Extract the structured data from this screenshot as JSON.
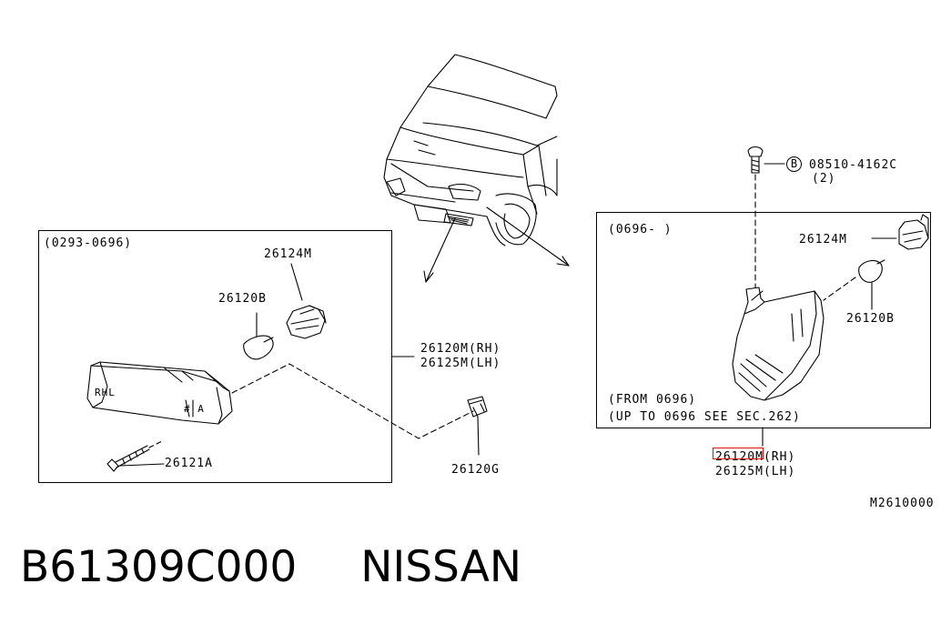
{
  "left_box": {
    "range": "(0293-0696)",
    "parts": {
      "socket": "26124M",
      "bulb": "26120B",
      "screw": "26121A"
    },
    "lamp_marks": {
      "side": "RHL",
      "number": "# A"
    }
  },
  "assembly_left": {
    "rh": "26120M(RH)",
    "lh": "26125M(LH)"
  },
  "clip": "26120G",
  "right_box": {
    "range": "(0696-      )",
    "parts": {
      "socket": "26124M",
      "bulb": "26120B"
    },
    "notes": [
      "(FROM 0696)",
      "(UP TO 0696 SEE SEC.262)"
    ]
  },
  "bolt": {
    "circle_letter": "B",
    "part": "08510-4162C",
    "qty": "(2)"
  },
  "assembly_right": {
    "rh": "26120M(RH)",
    "lh": "26125M(LH)"
  },
  "diagram_code": "M2610000",
  "footer": {
    "part_number": "B61309C000",
    "brand": "NISSAN"
  },
  "colors": {
    "line": "#000000",
    "highlight": "#e01010",
    "background": "#ffffff"
  }
}
